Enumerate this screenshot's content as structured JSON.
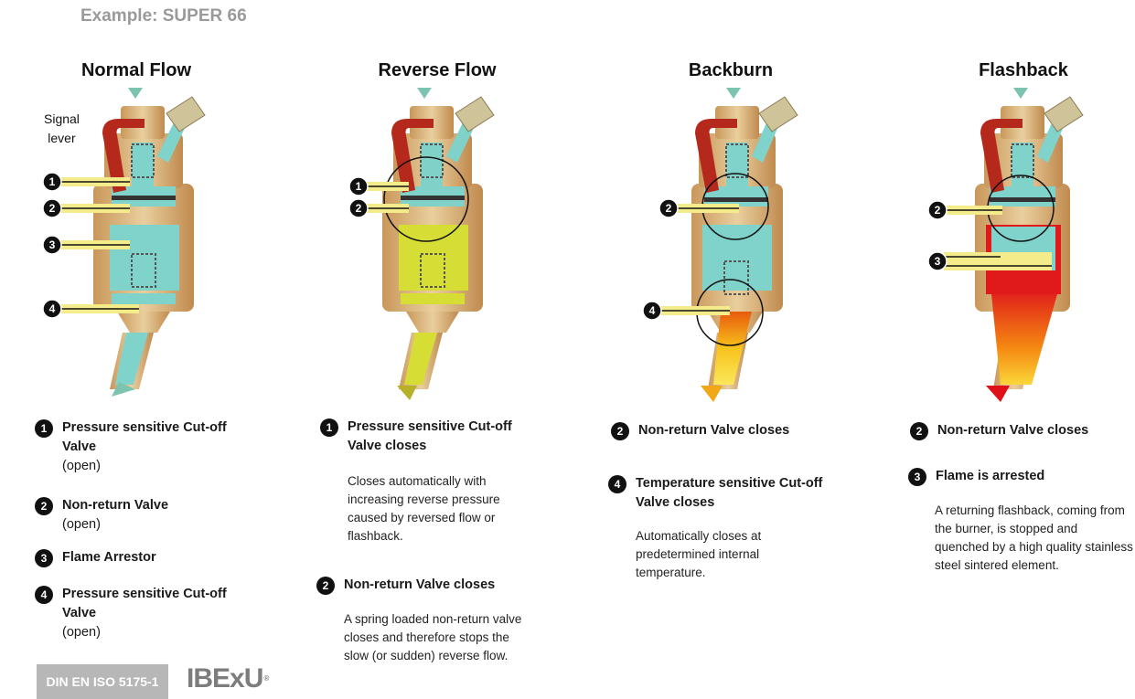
{
  "header": {
    "title": "Example: SUPER 66"
  },
  "columns": [
    {
      "title": "Normal Flow",
      "signal_label": [
        "Signal",
        "lever"
      ],
      "items": [
        {
          "num": "1",
          "title": "Pressure sensitive Cut-off Valve",
          "sub": "(open)"
        },
        {
          "num": "2",
          "title": "Non-return Valve",
          "sub": "(open)"
        },
        {
          "num": "3",
          "title": "Flame Arrestor",
          "sub": ""
        },
        {
          "num": "4",
          "title": "Pressure sensitive Cut-off Valve",
          "sub": "(open)"
        }
      ]
    },
    {
      "title": "Reverse Flow",
      "items": [
        {
          "num": "1",
          "title": "Pressure sensitive Cut-off Valve closes",
          "desc": "Closes automatically with increasing reverse pressure caused by reversed flow or flashback."
        },
        {
          "num": "2",
          "title": "Non-return Valve closes",
          "desc": "A spring loaded non-return valve closes and therefore stops the slow (or sudden) reverse flow."
        }
      ]
    },
    {
      "title": "Backburn",
      "items": [
        {
          "num": "2",
          "title": "Non-return Valve closes",
          "desc": ""
        },
        {
          "num": "4",
          "title": "Temperature sensitive Cut-off Valve closes",
          "desc": "Automatically closes at predetermined internal temperature."
        }
      ]
    },
    {
      "title": "Flashback",
      "items": [
        {
          "num": "2",
          "title": "Non-return Valve closes",
          "desc": ""
        },
        {
          "num": "3",
          "title": "Flame is arrested",
          "desc": "A returning flashback, coming from the burner, is stopped and quenched by a high quality stainless steel sintered element."
        }
      ]
    }
  ],
  "footer": {
    "standard_badge": "DIN EN ISO 5175-1",
    "logo": "IBExU",
    "logo_mark": "®"
  },
  "colors": {
    "brass": "#d9b27a",
    "gas_teal": "#6fcfc6",
    "reverse_yellow": "#d8e033",
    "backburn_orange": "#f0a818",
    "flashback_red": "#e0101a",
    "lever_red": "#b5281c",
    "callout_yellow": "#f4ec8a"
  }
}
